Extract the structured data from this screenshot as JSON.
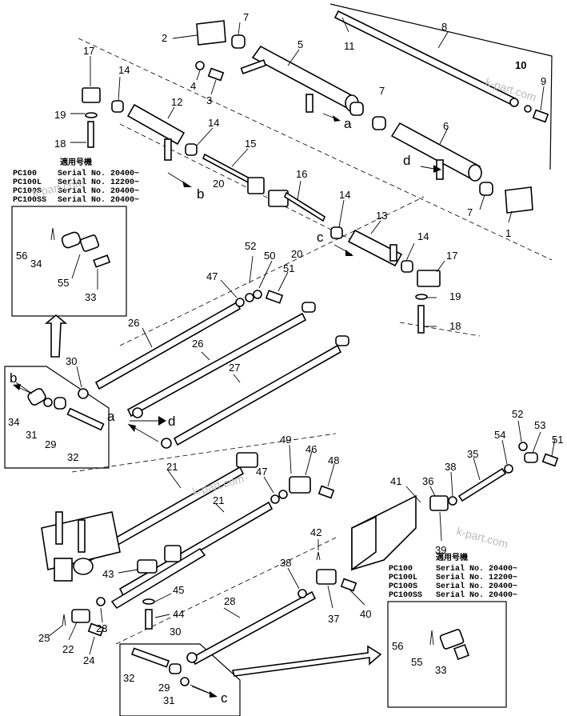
{
  "callouts": {
    "n1": "1",
    "n2": "2",
    "n3": "3",
    "n4": "4",
    "n5": "5",
    "n6": "6",
    "n7a": "7",
    "n7b": "7",
    "n7c": "7",
    "n8": "8",
    "n9": "9",
    "n10": "10",
    "n11": "11",
    "n12": "12",
    "n13": "13",
    "n14a": "14",
    "n14b": "14",
    "n14c": "14",
    "n14d": "14",
    "n15": "15",
    "n16": "16",
    "n17a": "17",
    "n17b": "17",
    "n18a": "18",
    "n18b": "18",
    "n19a": "19",
    "n19b": "19",
    "n20a": "20",
    "n20b": "20",
    "n21a": "21",
    "n21b": "21",
    "n22": "22",
    "n23": "23",
    "n24": "24",
    "n25": "25",
    "n26a": "26",
    "n26b": "26",
    "n27": "27",
    "n28": "28",
    "n29a": "29",
    "n29b": "29",
    "n30a": "30",
    "n30b": "30",
    "n31a": "31",
    "n31b": "31",
    "n32a": "32",
    "n32b": "32",
    "n33a": "33",
    "n33b": "33",
    "n34a": "34",
    "n34b": "34",
    "n35": "35",
    "n36": "36",
    "n37": "37",
    "n38a": "38",
    "n38b": "38",
    "n39": "39",
    "n40": "40",
    "n41": "41",
    "n42": "42",
    "n43": "43",
    "n44": "44",
    "n45": "45",
    "n46": "46",
    "n47a": "47",
    "n47b": "47",
    "n48": "48",
    "n49": "49",
    "n50": "50",
    "n51a": "51",
    "n51b": "51",
    "n52a": "52",
    "n52b": "52",
    "n53": "53",
    "n54": "54",
    "n55a": "55",
    "n55b": "55",
    "n56a": "56",
    "n56b": "56"
  },
  "letters": {
    "a1": "a",
    "a2": "a",
    "b1": "b",
    "b2": "b",
    "c1": "c",
    "c2": "c",
    "d1": "d",
    "d2": "d"
  },
  "serial_table_top": {
    "header": "適用号機",
    "rows": [
      {
        "model": "PC100",
        "serial": "Serial No. 20400~"
      },
      {
        "model": "PC100L",
        "serial": "Serial No. 12200~"
      },
      {
        "model": "PC100S",
        "serial": "Serial No. 20400~"
      },
      {
        "model": "PC100SS",
        "serial": "Serial No. 20400~"
      }
    ]
  },
  "serial_table_bottom": {
    "header": "適用号機",
    "rows": [
      {
        "model": "PC100",
        "serial": "Serial No. 20400~"
      },
      {
        "model": "PC100L",
        "serial": "Serial No. 12200~"
      },
      {
        "model": "PC100S",
        "serial": "Serial No. 20400~"
      },
      {
        "model": "PC100SS",
        "serial": "Serial No. 20400~"
      }
    ]
  },
  "watermarks": {
    "w1": "k-part.com",
    "w2": "k-part.com",
    "w3": "k-part.com",
    "w4": "k-part.com"
  }
}
